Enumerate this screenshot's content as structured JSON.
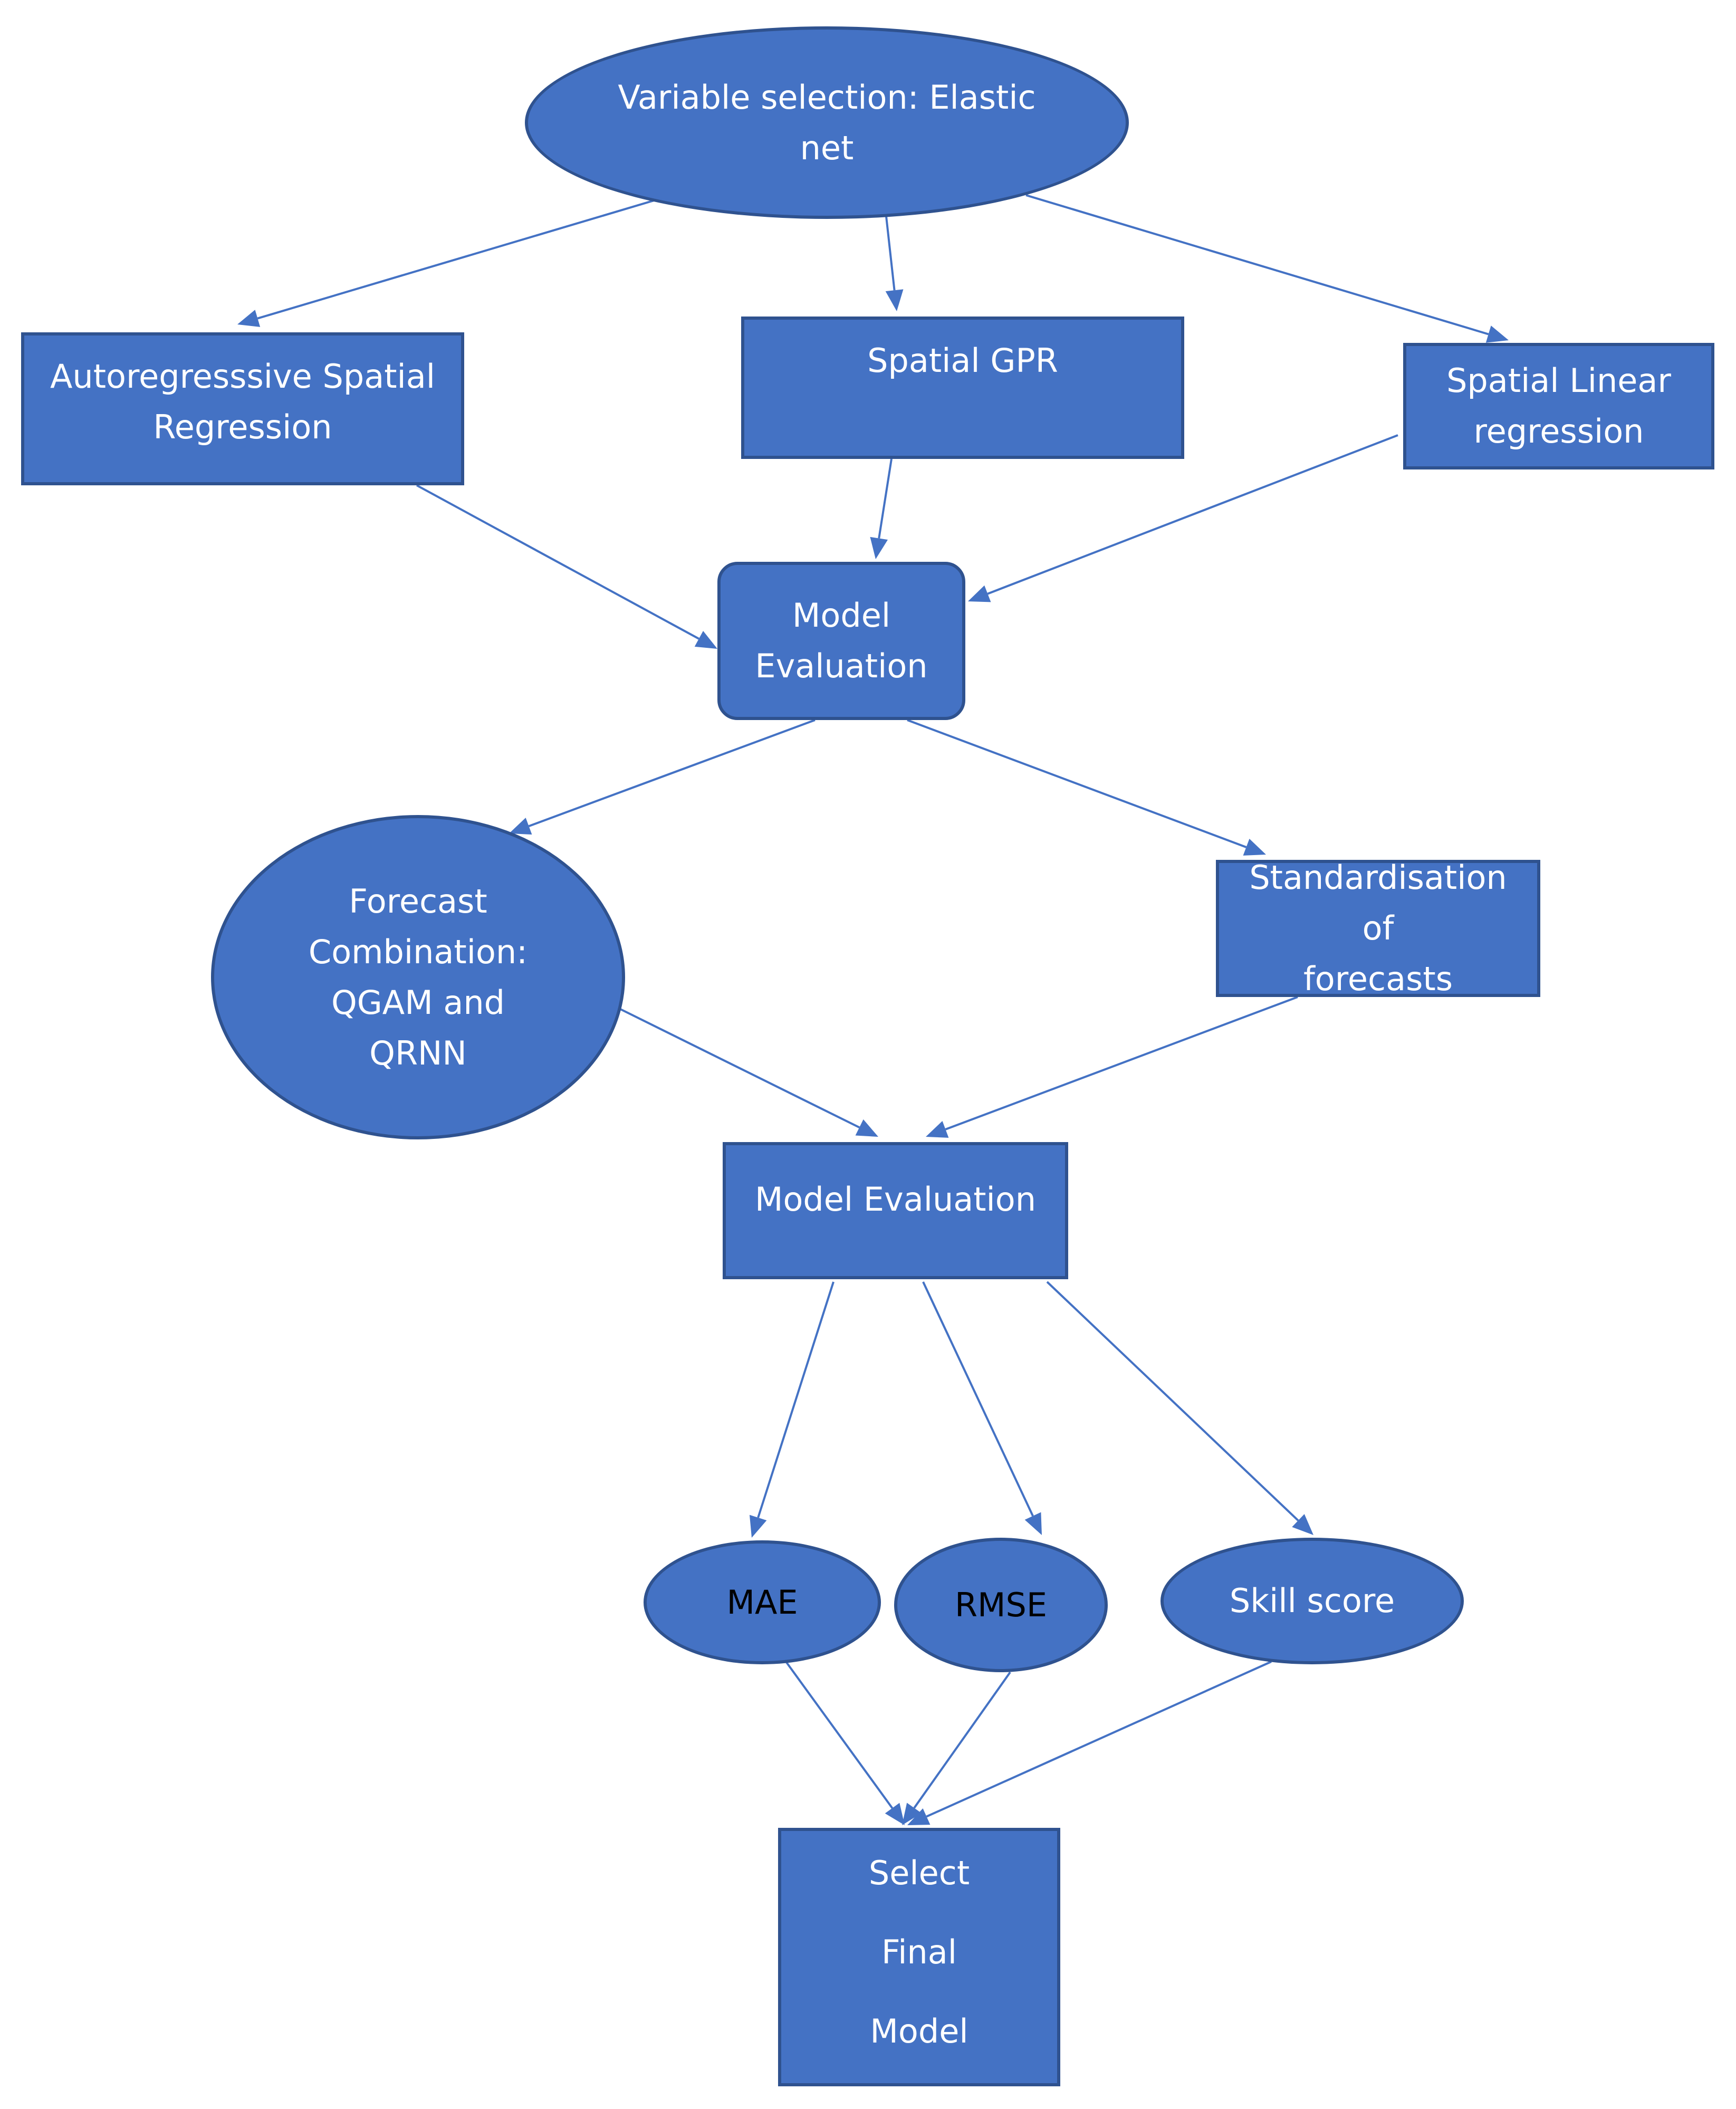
{
  "nodes": {
    "variable_selection": "Variable selection: Elastic\nnet",
    "autoregressive": "Autoregresssive  Spatial\nRegression",
    "spatial_gpr": "Spatial GPR",
    "spatial_linear": "Spatial Linear\nregression",
    "model_evaluation_1": "Model\nEvaluation",
    "forecast_combination": "Forecast\nCombination:\nQGAM and\nQRNN",
    "standardisation": "Standardisation of\nforecasts",
    "model_evaluation_2": "Model Evaluation",
    "mae": "MAE",
    "rmse": "RMSE",
    "skill_score": "Skill score",
    "select_final": "Select\nFinal\nModel"
  },
  "colors": {
    "node_fill": "#4472c4",
    "node_border": "#2f528f",
    "arrow": "#4472c4",
    "text": "#ffffff"
  }
}
